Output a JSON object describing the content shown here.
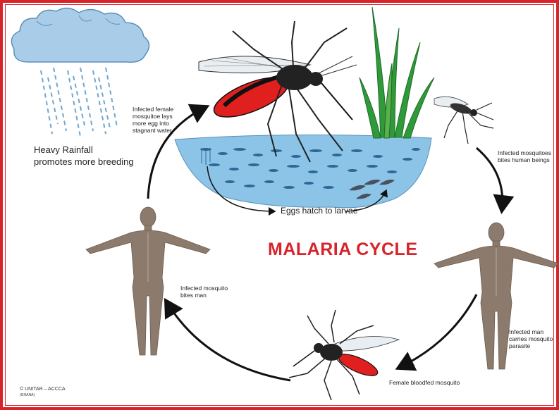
{
  "title": "MALARIA CYCLE",
  "labels": {
    "rainfall": [
      "Heavy Rainfall",
      "promotes more breeding"
    ],
    "eggs_hatch": "Eggs hatch to larvae",
    "female_lays": [
      "Infected female",
      "mosquitoe lays",
      "more egg into",
      "stagnant water"
    ],
    "bites_humans": [
      "Infected mosquitoes",
      "bites human beings"
    ],
    "carries_parasite": [
      "Infected man",
      "carries mosquito",
      "parasite"
    ],
    "bloodfed": "Female bloodfed mosquito",
    "bites_man": [
      "Infected mosquito",
      "bites man"
    ]
  },
  "credit": {
    "symbol": "©",
    "text": "UNITAR – ACCCA",
    "sub": "(GHANA)"
  },
  "colors": {
    "title": "#d8232a",
    "frame": "#d8232a",
    "cloud": "#a9cde8",
    "cloud_stroke": "#5b8fb8",
    "rain": "#6fa6cf",
    "water": "#8cc4e8",
    "water_dark": "#2e6796",
    "reeds": "#2f9a3a",
    "human": "#8c7a6c",
    "mosquito_body": "#222222",
    "mosquito_blood": "#e0201f"
  }
}
